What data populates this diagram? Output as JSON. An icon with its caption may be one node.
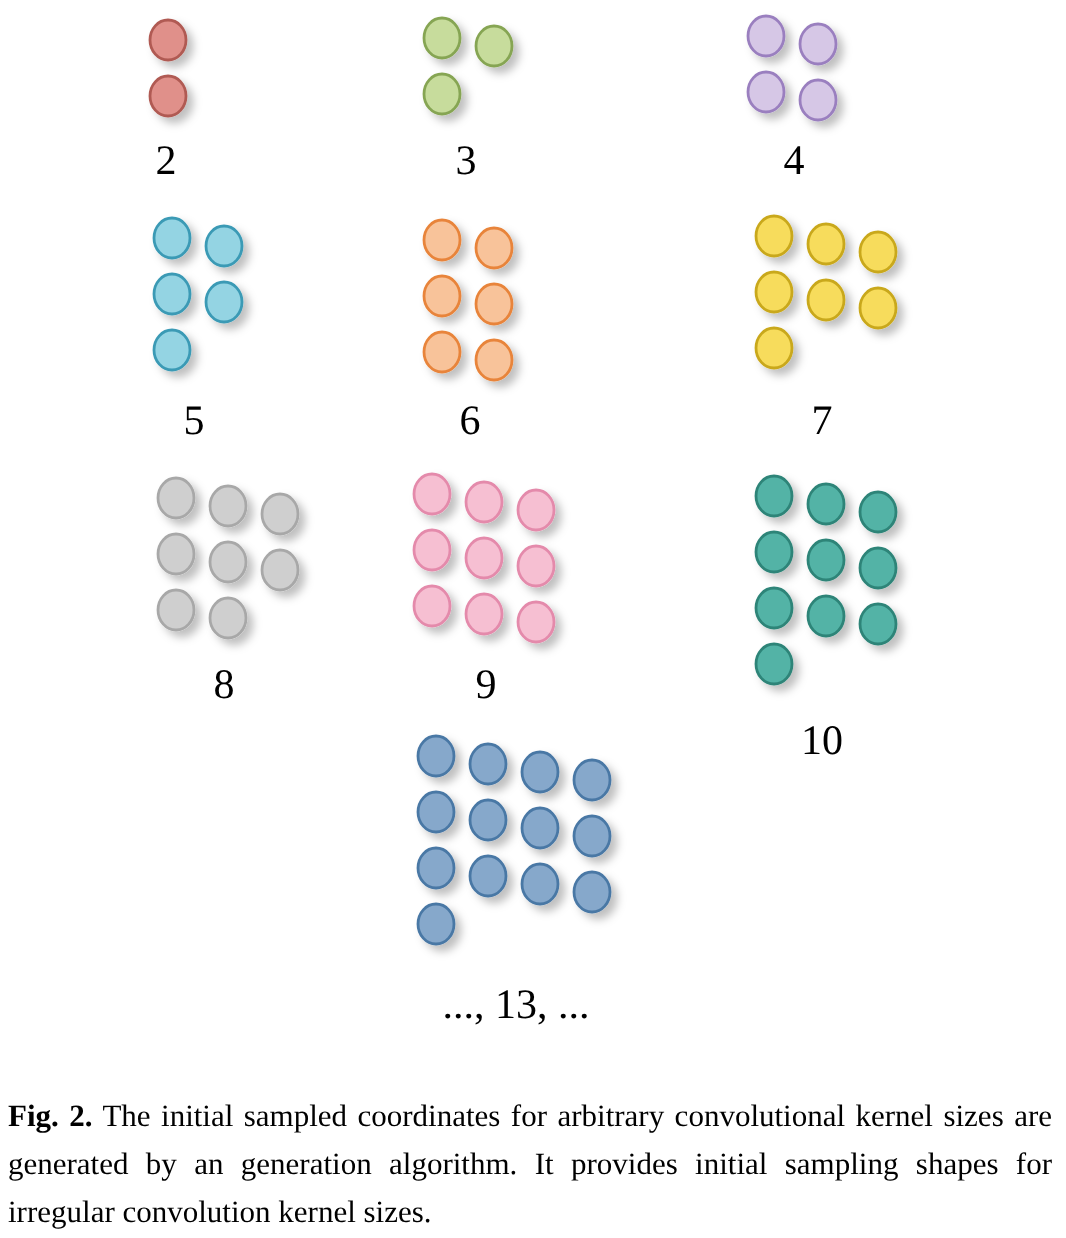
{
  "diagram": {
    "caption": "**Fig. 2.** The initial sampled coordinates for arbitrary convolutional kernel sizes are generated by an generation algorithm. It provides initial sampling shapes for irregular convolution kernel sizes.",
    "labels": [
      "2",
      "3",
      "4",
      "5",
      "6",
      "7",
      "8",
      "9",
      "10",
      "..., 13, ..."
    ]
  }
}
